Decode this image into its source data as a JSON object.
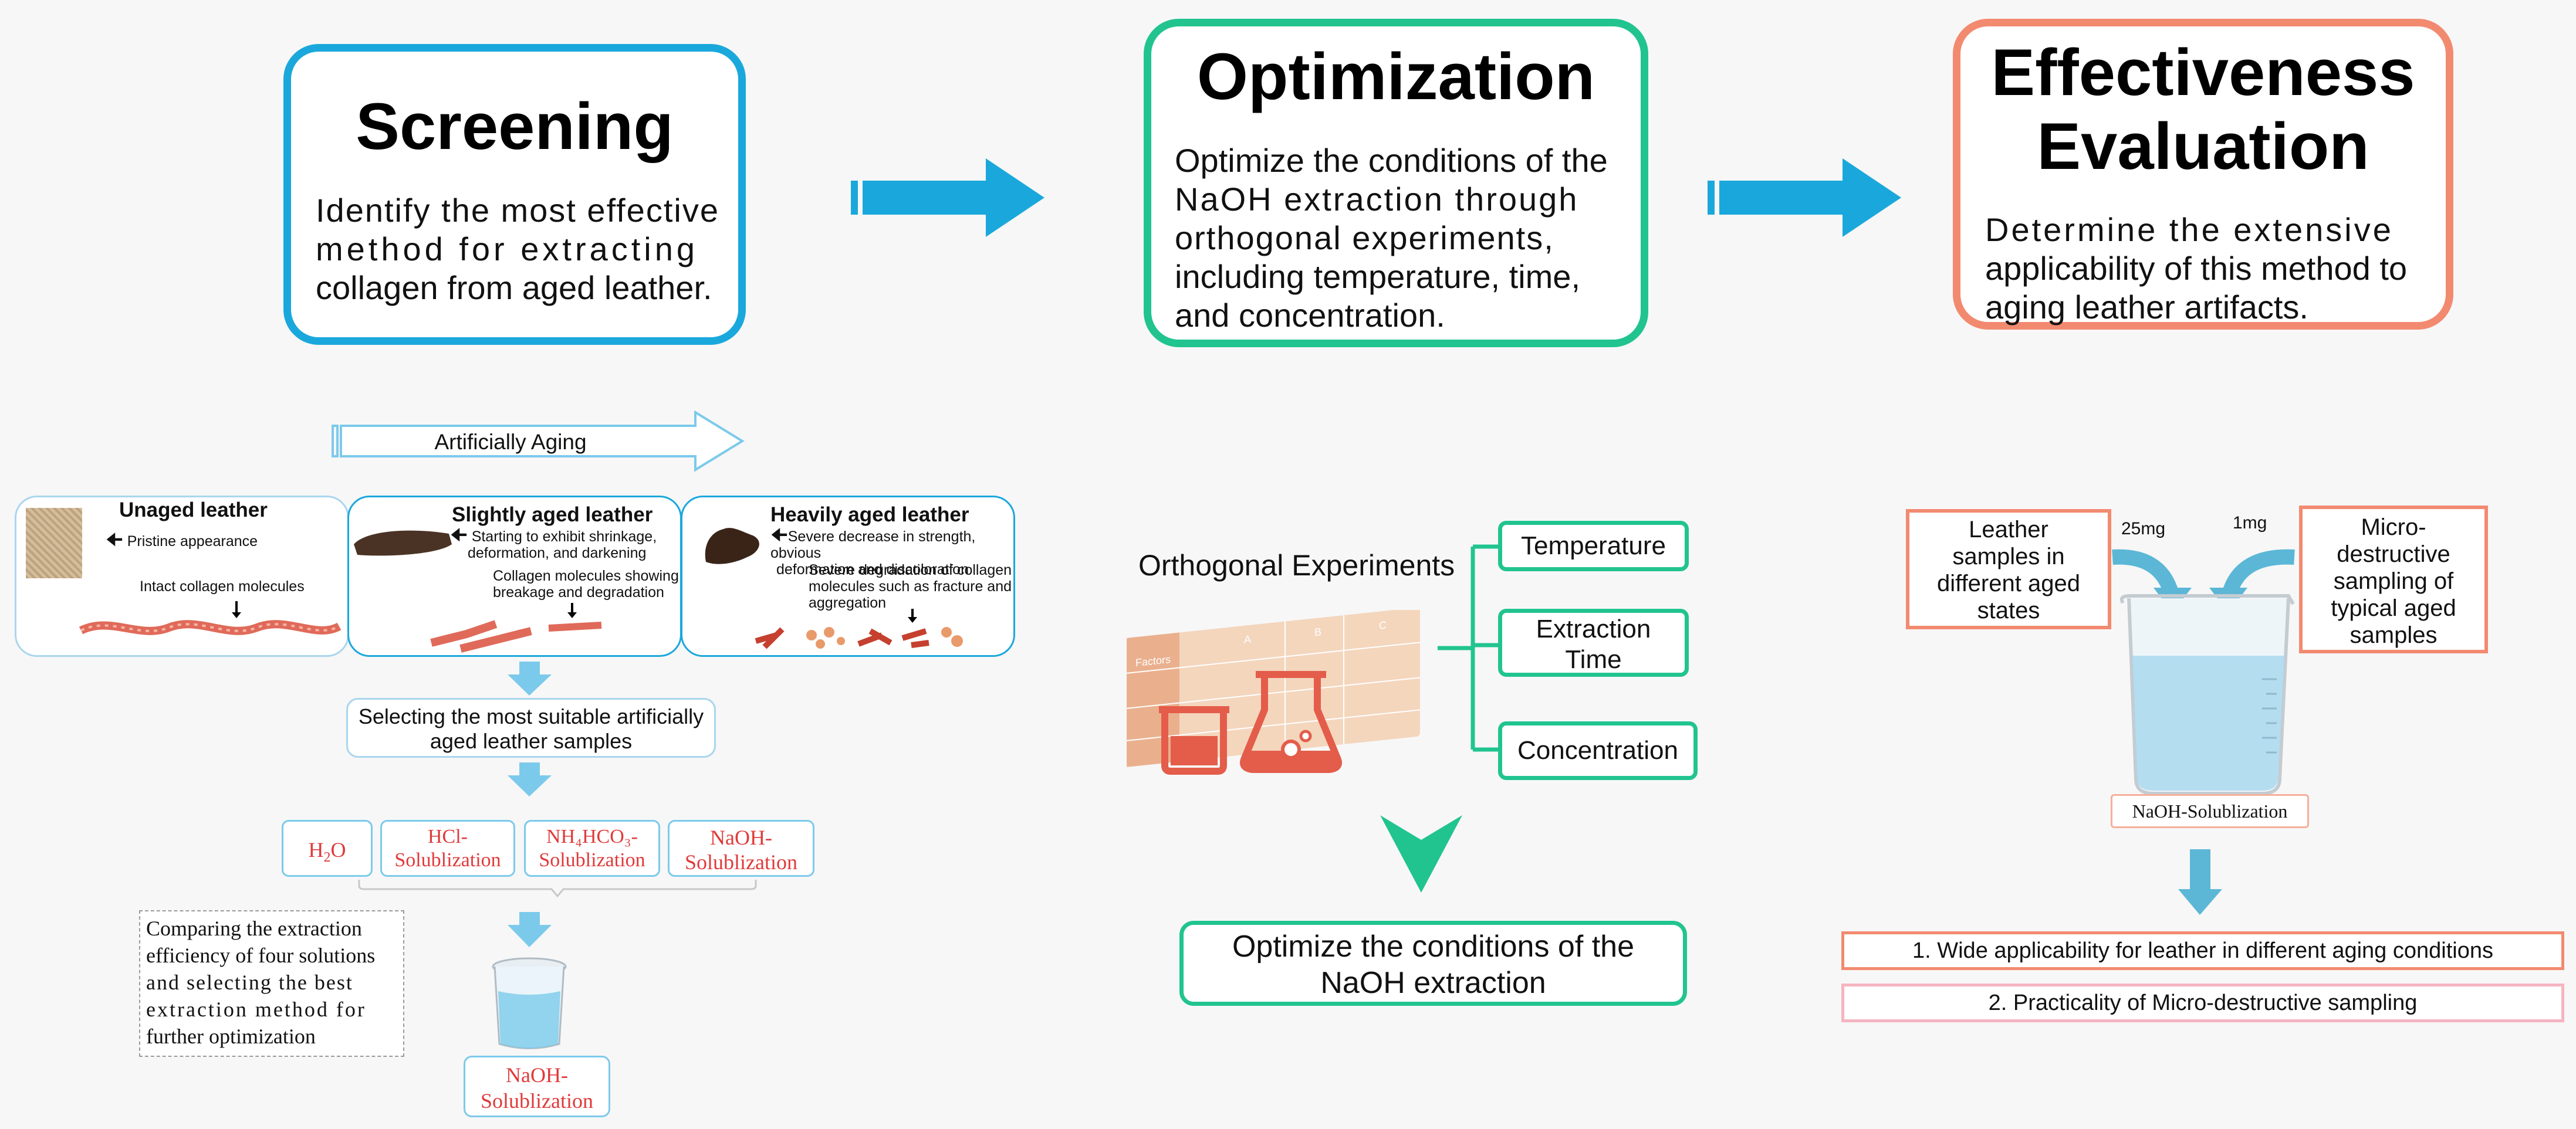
{
  "colors": {
    "blue": "#1aa8dc",
    "green": "#21c48f",
    "salmon": "#f28a70",
    "light_blue": "#7ccaeb",
    "red_text": "#e03a3a"
  },
  "screening": {
    "title": "Screening",
    "desc": [
      "Identify the most effective",
      "method for extracting",
      "collagen from aged leather."
    ],
    "aging_arrow": "Artificially Aging",
    "panels": [
      {
        "title": "Unaged leather",
        "notes": [
          "Pristine appearance",
          "Intact collagen molecules"
        ]
      },
      {
        "title": "Slightly aged leather",
        "notes": [
          "Starting to exhibit shrinkage,",
          "deformation, and darkening",
          "Collagen molecules showing",
          "breakage and degradation"
        ]
      },
      {
        "title": "Heavily aged leather",
        "notes": [
          "Severe decrease in strength, obvious",
          "deformation and discoloration",
          "Severe degradation of collagen",
          "molecules such as fracture and",
          "aggregation"
        ]
      }
    ],
    "select_box": [
      "Selecting the most suitable artificially",
      "aged leather samples"
    ],
    "solutions": [
      {
        "main": "H",
        "sub": "2",
        "tail": "O"
      },
      {
        "lines": [
          "HCl-",
          "Solublization"
        ]
      },
      {
        "lines": [
          "NH₄HCO₃-",
          "Solublization"
        ]
      },
      {
        "lines": [
          "NaOH-",
          "Solublization"
        ]
      }
    ],
    "compare_note": [
      "Comparing the extraction",
      "efficiency of four solutions",
      "and selecting the best",
      "extraction method for",
      "further optimization"
    ],
    "result": [
      "NaOH-",
      "Solublization"
    ]
  },
  "optimization": {
    "title": "Optimization",
    "desc": [
      "Optimize the conditions of the",
      "NaOH extraction through",
      "orthogonal experiments,",
      "including temperature, time,",
      "and concentration."
    ],
    "orthogonal_label": "Orthogonal Experiments",
    "factors": [
      [
        "Temperature"
      ],
      [
        "Extraction",
        "Time"
      ],
      [
        "Concentration"
      ]
    ],
    "table_header": [
      "Factors",
      "A",
      "B",
      "C"
    ],
    "result": [
      "Optimize the conditions of the",
      "NaOH extraction"
    ]
  },
  "evaluation": {
    "title": [
      "Effectiveness",
      "Evaluation"
    ],
    "desc": [
      "Determine the extensive",
      "applicability of this method to",
      "aging leather artifacts."
    ],
    "left_box": [
      "Leather",
      "samples in",
      "different aged",
      "states"
    ],
    "right_box": [
      "Micro-",
      "destructive",
      "sampling of",
      "typical aged",
      "samples"
    ],
    "mass_left": "25mg",
    "mass_right": "1mg",
    "beaker_label": "NaOH-Solublization",
    "conclusions": [
      "1. Wide applicability for leather in different aging conditions",
      "2. Practicality of Micro-destructive sampling"
    ]
  }
}
